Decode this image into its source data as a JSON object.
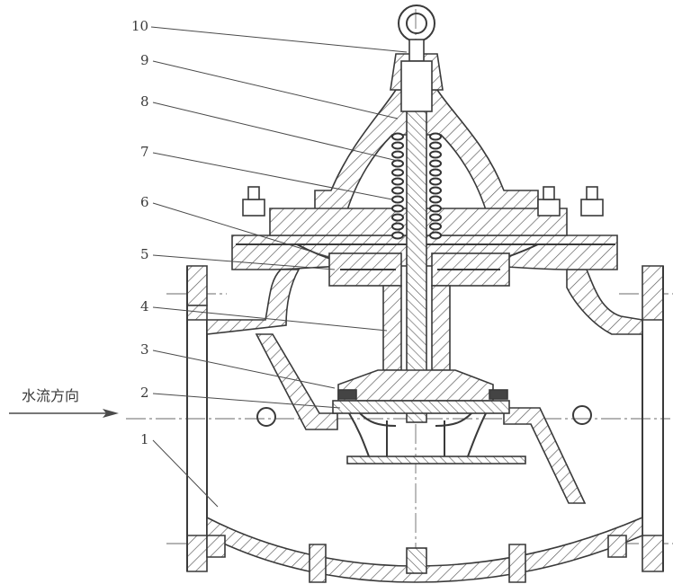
{
  "diagram": {
    "flow_label": "水流方向",
    "callouts": [
      {
        "number": "10"
      },
      {
        "number": "9"
      },
      {
        "number": "8"
      },
      {
        "number": "7"
      },
      {
        "number": "6"
      },
      {
        "number": "5"
      },
      {
        "number": "4"
      },
      {
        "number": "3"
      },
      {
        "number": "2"
      },
      {
        "number": "1"
      }
    ]
  }
}
